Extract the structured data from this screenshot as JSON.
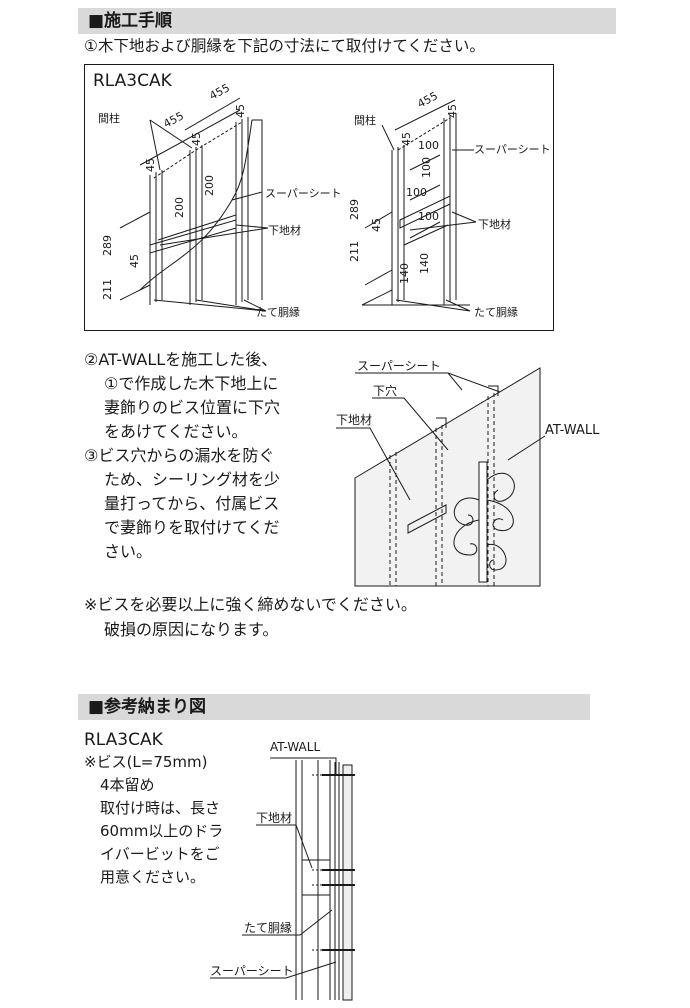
{
  "section1": {
    "header": "■施工手順",
    "step1": "①木下地および胴縁を下記の寸法にて取付けてください。",
    "model": "RLA3CAK",
    "fig_left": {
      "dims": [
        "455",
        "455",
        "45",
        "45",
        "45",
        "200",
        "200",
        "289",
        "45",
        "211"
      ],
      "labels": {
        "post": "間柱",
        "sheet": "スーパーシート",
        "base": "下地材",
        "furring": "たて胴縁"
      }
    },
    "fig_right": {
      "dims": [
        "455",
        "45",
        "45",
        "100",
        "100",
        "100",
        "100",
        "289",
        "45",
        "211",
        "140",
        "140"
      ],
      "labels": {
        "post": "間柱",
        "sheet": "スーパーシート",
        "base": "下地材",
        "furring": "たて胴縁"
      }
    },
    "step2_lines": [
      "②AT-WALLを施工した後、",
      "①で作成した木下地上に",
      "妻飾りのビス位置に下穴",
      "をあけてください。"
    ],
    "step3_lines": [
      "③ビス穴からの漏水を防ぐ",
      "ため、シーリング材を少",
      "量打ってから、付属ビス",
      "で妻飾りを取付けてくだ",
      "さい。"
    ],
    "fig3_labels": {
      "sheet": "スーパーシート",
      "hole": "下穴",
      "base": "下地材",
      "atwall": "AT-WALL"
    },
    "note_lines": [
      "※ビスを必要以上に強く締めないでください。",
      "破損の原因になります。"
    ]
  },
  "section2": {
    "header": "■参考納まり図",
    "model": "RLA3CAK",
    "note_lines": [
      "※ビス(L=75mm)",
      "4本留め",
      "取付け時は、長さ",
      "60mm以上のドラ",
      "イバービットをご",
      "用意ください。"
    ],
    "fig_labels": {
      "atwall": "AT-WALL",
      "base": "下地材",
      "furring": "たて胴縁",
      "sheet": "スーパーシート"
    }
  }
}
